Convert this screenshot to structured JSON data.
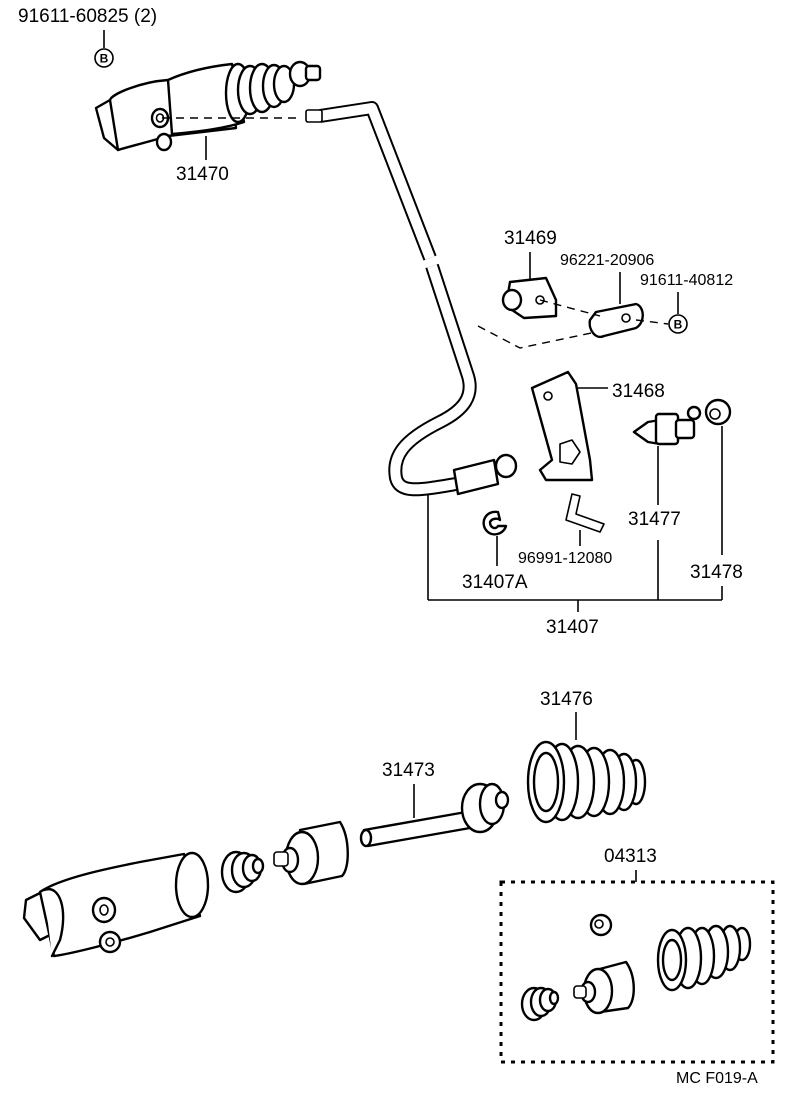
{
  "labels": {
    "bolt_top": "91611-60825 (2)",
    "cyl_assy": "31470",
    "bracket_31469": "31469",
    "clamp_96221": "96221-20906",
    "bolt_91611_40812": "91611-40812",
    "bracket_31468": "31468",
    "bleeder_31477": "31477",
    "cap_31478": "31478",
    "clip_96991": "96991-12080",
    "ring_31407a": "31407A",
    "tube_31407": "31407",
    "boot_31476": "31476",
    "rod_31473": "31473",
    "kit_04313": "04313",
    "figure_code": "MC F019-A"
  },
  "symbols": {
    "ref_b_top": "B",
    "ref_b_right": "B"
  }
}
